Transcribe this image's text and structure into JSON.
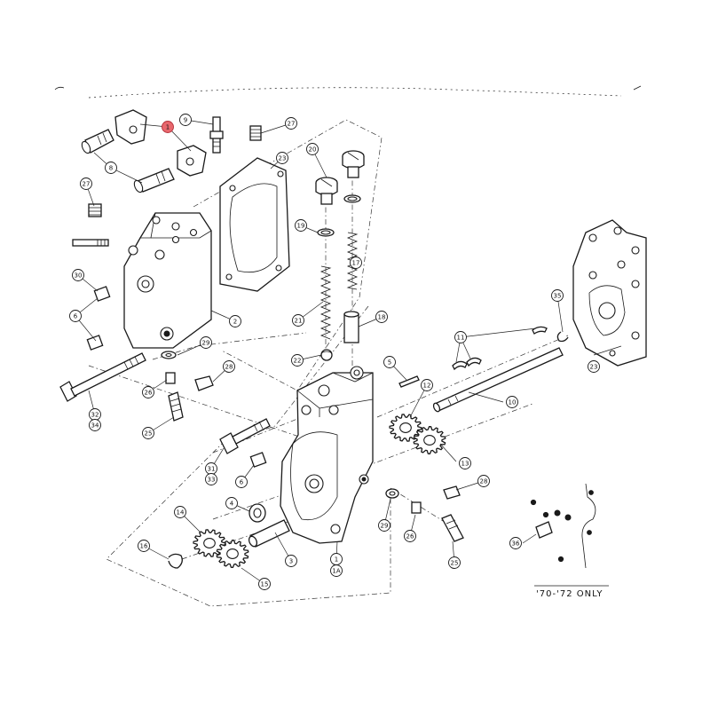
{
  "highlight": "1",
  "highlight_color": "#e8676d",
  "note": "'70-'72 ONLY",
  "callouts": [
    {
      "label": "1"
    },
    {
      "label": "9"
    },
    {
      "label": "27"
    },
    {
      "label": "8"
    },
    {
      "label": "20"
    },
    {
      "label": "23"
    },
    {
      "label": "27"
    },
    {
      "label": "19"
    },
    {
      "label": "30"
    },
    {
      "label": "17"
    },
    {
      "label": "6"
    },
    {
      "label": "2"
    },
    {
      "label": "21"
    },
    {
      "label": "18"
    },
    {
      "label": "29"
    },
    {
      "label": "28"
    },
    {
      "label": "22"
    },
    {
      "label": "26"
    },
    {
      "label": "32"
    },
    {
      "label": "34"
    },
    {
      "label": "25"
    },
    {
      "label": "35"
    },
    {
      "label": "11"
    },
    {
      "label": "23"
    },
    {
      "label": "5"
    },
    {
      "label": "12"
    },
    {
      "label": "10"
    },
    {
      "label": "13"
    },
    {
      "label": "31"
    },
    {
      "label": "33"
    },
    {
      "label": "6"
    },
    {
      "label": "28"
    },
    {
      "label": "4"
    },
    {
      "label": "14"
    },
    {
      "label": "29"
    },
    {
      "label": "26"
    },
    {
      "label": "3"
    },
    {
      "label": "16"
    },
    {
      "label": "25"
    },
    {
      "label": "1"
    },
    {
      "label": "1A"
    },
    {
      "label": "15"
    },
    {
      "label": "36"
    }
  ]
}
